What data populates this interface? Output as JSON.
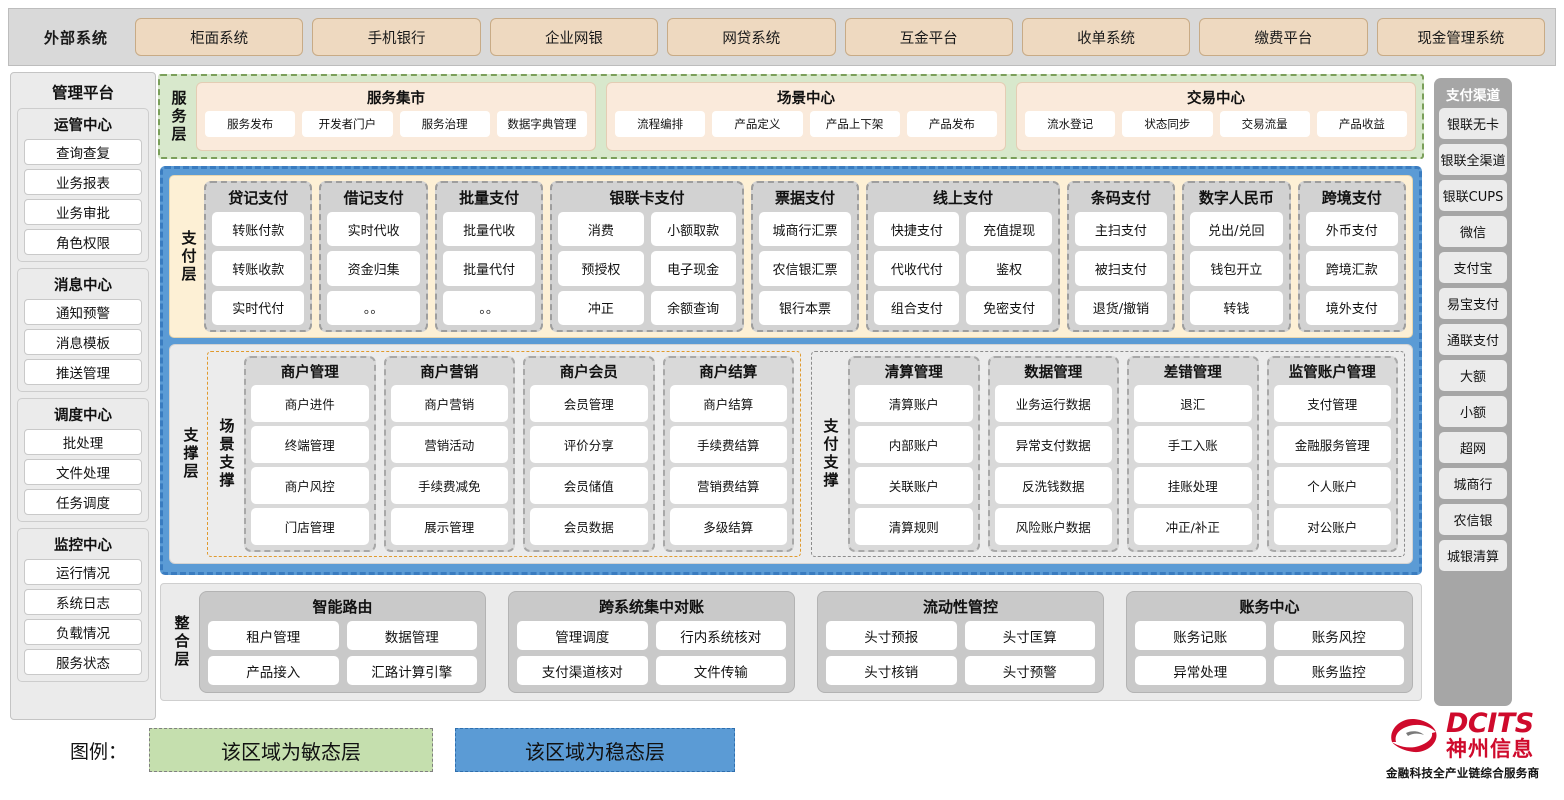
{
  "external": {
    "title": "外部系统",
    "items": [
      "柜面系统",
      "手机银行",
      "企业网银",
      "网贷系统",
      "互金平台",
      "收单系统",
      "缴费平台",
      "现金管理系统"
    ]
  },
  "management": {
    "title": "管理平台",
    "groups": [
      {
        "title": "运管中心",
        "items": [
          "查询查复",
          "业务报表",
          "业务审批",
          "角色权限"
        ]
      },
      {
        "title": "消息中心",
        "items": [
          "通知预警",
          "消息模板",
          "推送管理"
        ]
      },
      {
        "title": "调度中心",
        "items": [
          "批处理",
          "文件处理",
          "任务调度"
        ]
      },
      {
        "title": "监控中心",
        "items": [
          "运行情况",
          "系统日志",
          "负载情况",
          "服务状态"
        ]
      }
    ]
  },
  "channels": {
    "title": "支付渠道",
    "items": [
      "银联无卡",
      "银联全渠道",
      "银联CUPS",
      "微信",
      "支付宝",
      "易宝支付",
      "通联支付",
      "大额",
      "小额",
      "超网",
      "城商行",
      "农信银",
      "城银清算"
    ]
  },
  "service_layer": {
    "label": "服务层",
    "cards": [
      {
        "title": "服务集市",
        "items": [
          "服务发布",
          "开发者门户",
          "服务治理",
          "数据字典管理"
        ]
      },
      {
        "title": "场景中心",
        "items": [
          "流程编排",
          "产品定义",
          "产品上下架",
          "产品发布"
        ]
      },
      {
        "title": "交易中心",
        "items": [
          "流水登记",
          "状态同步",
          "交易流量",
          "产品收益"
        ]
      }
    ]
  },
  "payment_layer": {
    "label": "支付层",
    "cards": [
      {
        "title": "贷记支付",
        "cols": 1,
        "rows": [
          [
            "转账付款"
          ],
          [
            "转账收款"
          ],
          [
            "实时代付"
          ]
        ]
      },
      {
        "title": "借记支付",
        "cols": 1,
        "rows": [
          [
            "实时代收"
          ],
          [
            "资金归集"
          ],
          [
            "。。"
          ]
        ]
      },
      {
        "title": "批量支付",
        "cols": 1,
        "rows": [
          [
            "批量代收"
          ],
          [
            "批量代付"
          ],
          [
            "。。"
          ]
        ]
      },
      {
        "title": "银联卡支付",
        "cols": 2,
        "rows": [
          [
            "消费",
            "小额取款"
          ],
          [
            "预授权",
            "电子现金"
          ],
          [
            "冲正",
            "余额查询"
          ]
        ]
      },
      {
        "title": "票据支付",
        "cols": 1,
        "rows": [
          [
            "城商行汇票"
          ],
          [
            "农信银汇票"
          ],
          [
            "银行本票"
          ]
        ]
      },
      {
        "title": "线上支付",
        "cols": 2,
        "rows": [
          [
            "快捷支付",
            "充值提现"
          ],
          [
            "代收代付",
            "鉴权"
          ],
          [
            "组合支付",
            "免密支付"
          ]
        ]
      },
      {
        "title": "条码支付",
        "cols": 1,
        "rows": [
          [
            "主扫支付"
          ],
          [
            "被扫支付"
          ],
          [
            "退货/撤销"
          ]
        ]
      },
      {
        "title": "数字人民币",
        "cols": 1,
        "rows": [
          [
            "兑出/兑回"
          ],
          [
            "钱包开立"
          ],
          [
            "转钱"
          ]
        ]
      },
      {
        "title": "跨境支付",
        "cols": 1,
        "rows": [
          [
            "外币支付"
          ],
          [
            "跨境汇款"
          ],
          [
            "境外支付"
          ]
        ]
      }
    ]
  },
  "support_layer": {
    "label": "支撑层",
    "groups": [
      {
        "label": "场景支撑",
        "cards": [
          {
            "title": "商户管理",
            "items": [
              "商户进件",
              "终端管理",
              "商户风控",
              "门店管理"
            ]
          },
          {
            "title": "商户营销",
            "items": [
              "商户营销",
              "营销活动",
              "手续费减免",
              "展示管理"
            ]
          },
          {
            "title": "商户会员",
            "items": [
              "会员管理",
              "评价分享",
              "会员储值",
              "会员数据"
            ]
          },
          {
            "title": "商户结算",
            "items": [
              "商户结算",
              "手续费结算",
              "营销费结算",
              "多级结算"
            ]
          }
        ]
      },
      {
        "label": "支付支撑",
        "cards": [
          {
            "title": "清算管理",
            "items": [
              "清算账户",
              "内部账户",
              "关联账户",
              "清算规则"
            ]
          },
          {
            "title": "数据管理",
            "items": [
              "业务运行数据",
              "异常支付数据",
              "反洗钱数据",
              "风险账户数据"
            ]
          },
          {
            "title": "差错管理",
            "items": [
              "退汇",
              "手工入账",
              "挂账处理",
              "冲正/补正"
            ]
          },
          {
            "title": "监管账户管理",
            "items": [
              "支付管理",
              "金融服务管理",
              "个人账户",
              "对公账户"
            ]
          }
        ]
      }
    ]
  },
  "integration_layer": {
    "label": "整合层",
    "cards": [
      {
        "title": "智能路由",
        "rows": [
          [
            "租户管理",
            "数据管理"
          ],
          [
            "产品接入",
            "汇路计算引擎"
          ]
        ]
      },
      {
        "title": "跨系统集中对账",
        "rows": [
          [
            "管理调度",
            "行内系统核对"
          ],
          [
            "支付渠道核对",
            "文件传输"
          ]
        ]
      },
      {
        "title": "流动性管控",
        "rows": [
          [
            "头寸预报",
            "头寸匡算"
          ],
          [
            "头寸核销",
            "头寸预警"
          ]
        ]
      },
      {
        "title": "账务中心",
        "rows": [
          [
            "账务记账",
            "账务风控"
          ],
          [
            "异常处理",
            "账务监控"
          ]
        ]
      }
    ]
  },
  "legend": {
    "label": "图例：",
    "agile": "该区域为敏态层",
    "stable": "该区域为稳态层",
    "agile_color": "#c5dfae",
    "stable_color": "#5b9bd5"
  },
  "logo": {
    "en": "DCITS",
    "cn": "神州信息",
    "tagline": "金融科技全产业链综合服务商",
    "color": "#cf0a2c"
  }
}
